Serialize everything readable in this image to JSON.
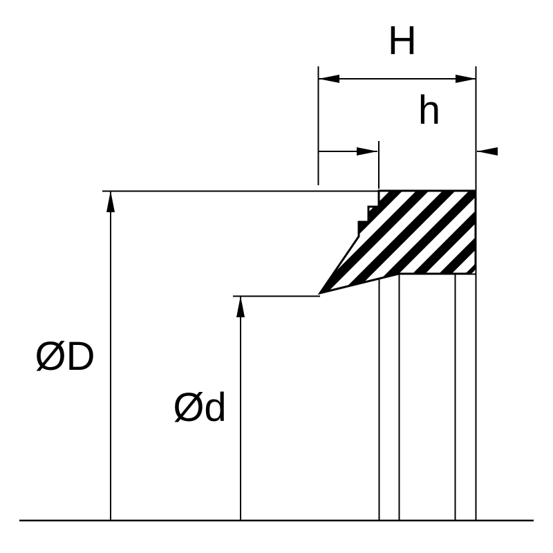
{
  "page": {
    "background_color": "#ffffff"
  },
  "drawing": {
    "type": "technical-drawing",
    "subject": "seal-cross-section-with-dimension-callouts",
    "line_color": "#000000",
    "hatch_color": "#000000",
    "labels": {
      "H": "H",
      "h": "h",
      "OD": "ØD",
      "Od": "Ød"
    }
  }
}
